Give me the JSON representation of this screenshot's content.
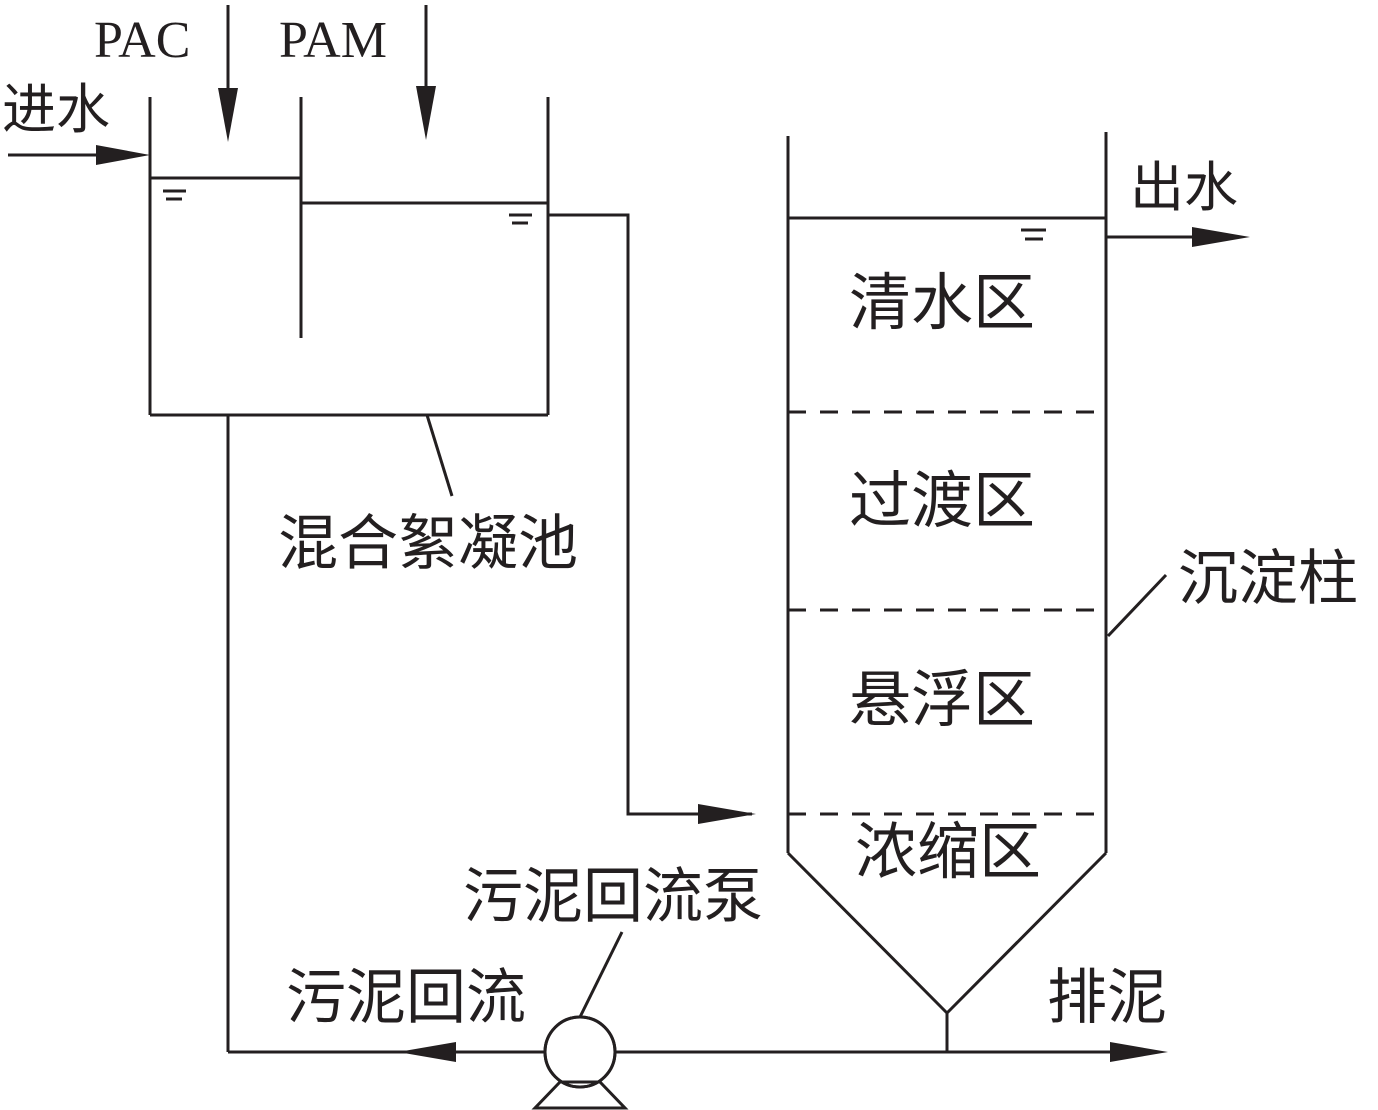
{
  "labels": {
    "pac": "PAC",
    "pam": "PAM",
    "inflow": "进水",
    "outflow": "出水",
    "mixing_tank": "混合絮凝池",
    "settling_column": "沉淀柱",
    "zone_clear": "清水区",
    "zone_transition": "过渡区",
    "zone_suspension": "悬浮区",
    "zone_thickening": "浓缩区",
    "return_pump": "污泥回流泵",
    "sludge_return": "污泥回流",
    "sludge_discharge": "排泥"
  },
  "colors": {
    "line": "#231f20",
    "background": "#ffffff"
  }
}
